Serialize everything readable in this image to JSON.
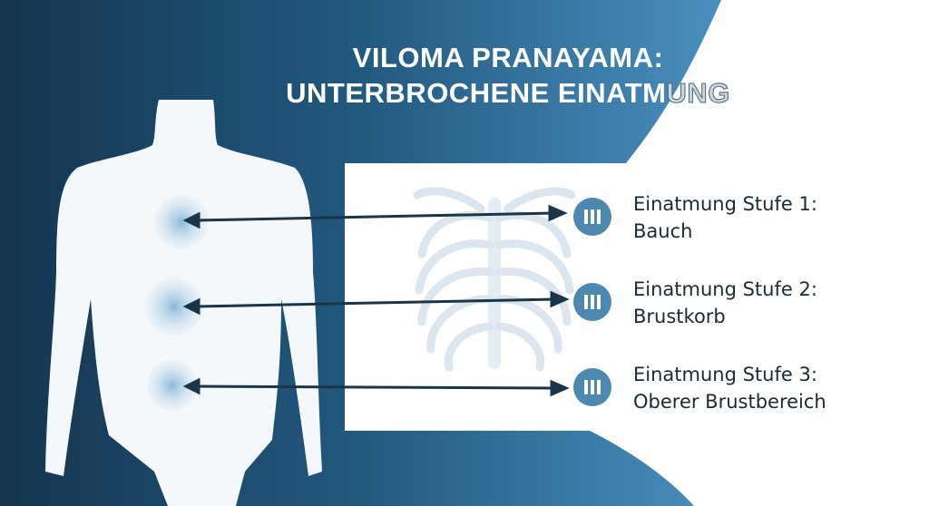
{
  "title": {
    "line1": "VILOMA PRANAYAMA:",
    "line2_main": "UNTERBROCHENE EINATM",
    "line2_outline": "UNG"
  },
  "steps": [
    {
      "icon": "pause-icon",
      "title": "Einatmung Stufe 1:",
      "subtitle": "Bauch"
    },
    {
      "icon": "pause-icon",
      "title": "Einatmung Stufe 2:",
      "subtitle": "Brustkorb"
    },
    {
      "icon": "pause-icon",
      "title": "Einatmung Stufe 3:",
      "subtitle": "Oberer Brustbereich"
    }
  ],
  "colors": {
    "dark_navy": "#163a56",
    "accent_blue": "#4c88b0",
    "arrow": "#1b3548",
    "text": "#1c2a36"
  }
}
